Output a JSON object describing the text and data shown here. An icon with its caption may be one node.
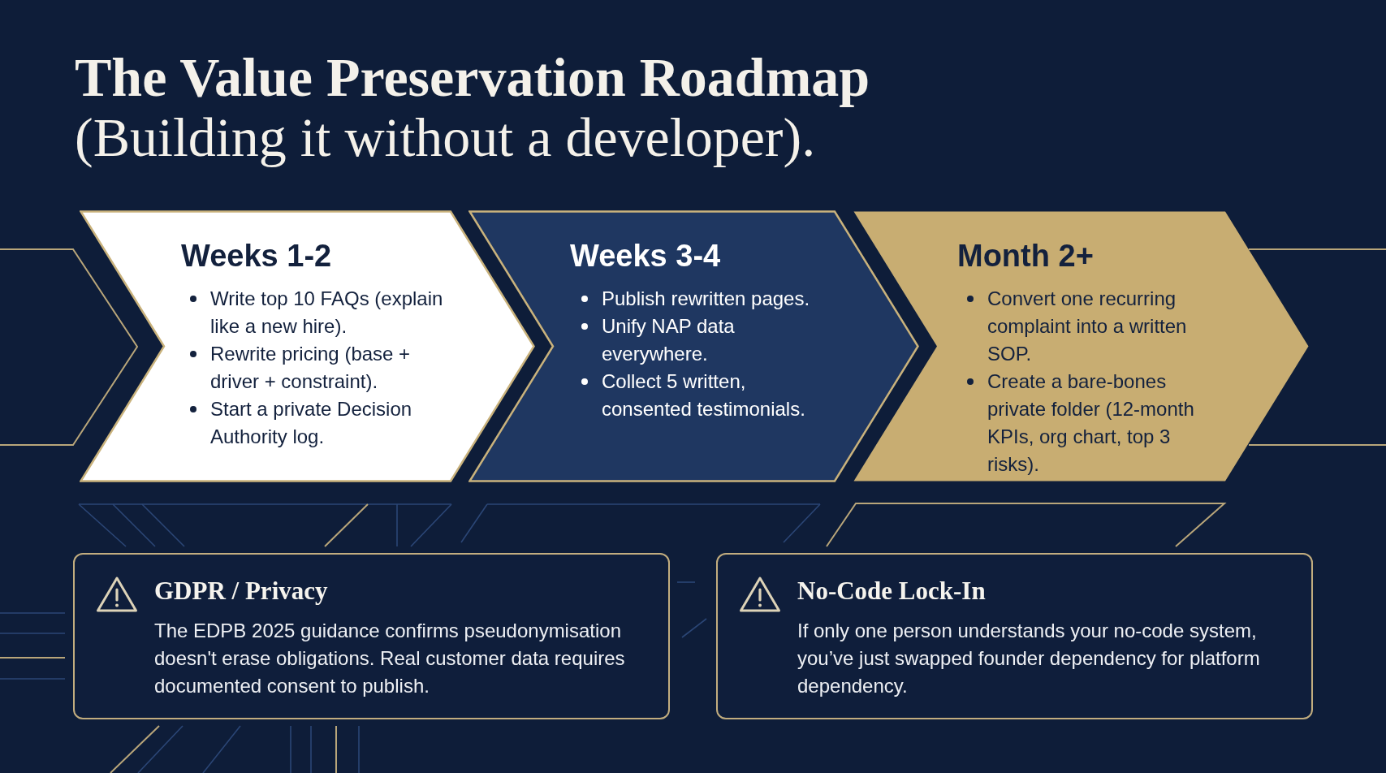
{
  "diagram": {
    "title": "**The Value Preservation Roadmap** (Building it without a developer).",
    "nodes": [
      {
        "text": [
          "Weeks 1-2",
          "Write top 10 FAQs (explain like a new hire).",
          "Rewrite pricing (base + driver + constraint).",
          "Start a private Decision Authority log."
        ]
      },
      {
        "text": [
          "Weeks 3-4",
          "Publish rewritten pages.",
          "Unify NAP data everywhere.",
          "Collect 5 written, consented testimonials."
        ]
      },
      {
        "text": [
          "Month 2+",
          "Convert one recurring complaint into a written SOP.",
          "Create a bare-bones private folder (12-month KPIs, org chart, top 3 risks)."
        ]
      },
      {
        "text": [
          "GDPR / Privacy",
          "The EDPB 2025 guidance confirms pseudonymisation doesn't erase obligations. Real customer data requires documented consent to publish."
        ]
      },
      {
        "text": [
          "No-Code Lock-In",
          "If only one person understands your no-code system, you’ve just swapped founder dependency for platform dependency."
        ]
      }
    ]
  }
}
